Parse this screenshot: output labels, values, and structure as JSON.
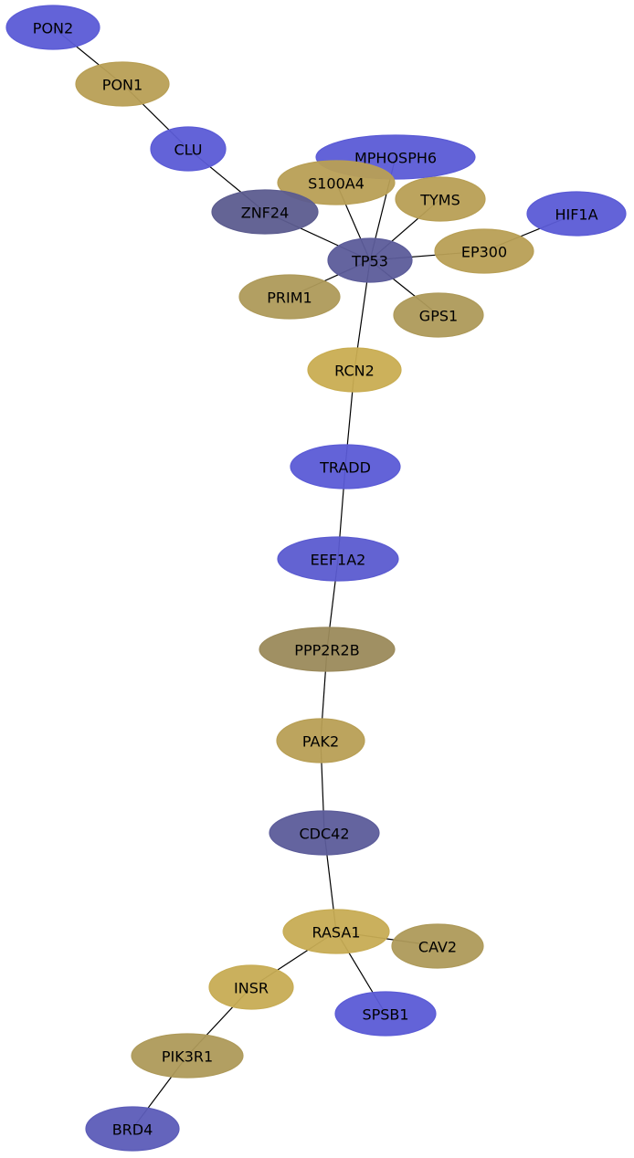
{
  "colors": {
    "blue": "#5b5bd6",
    "gold": "#b89f55",
    "dark_blue": "#5c5c9a",
    "olive": "#9b8a5b",
    "light_gold": "#c7ac54"
  },
  "nodes": [
    {
      "id": "PON2",
      "label": "PON2",
      "color": "#5b5bd6"
    },
    {
      "id": "PON1",
      "label": "PON1",
      "color": "#b89f55"
    },
    {
      "id": "CLU",
      "label": "CLU",
      "color": "#5b5bd6"
    },
    {
      "id": "MPHOSPH6",
      "label": "MPHOSPH6",
      "color": "#5b5bd6"
    },
    {
      "id": "S100A4",
      "label": "S100A4",
      "color": "#b89f55"
    },
    {
      "id": "TYMS",
      "label": "TYMS",
      "color": "#b89f55"
    },
    {
      "id": "HIF1A",
      "label": "HIF1A",
      "color": "#5b5bd6"
    },
    {
      "id": "ZNF24",
      "label": "ZNF24",
      "color": "#5c5c8f"
    },
    {
      "id": "TP53",
      "label": "TP53",
      "color": "#5c5c9a"
    },
    {
      "id": "EP300",
      "label": "EP300",
      "color": "#b89f55"
    },
    {
      "id": "PRIM1",
      "label": "PRIM1",
      "color": "#ae9a5a"
    },
    {
      "id": "GPS1",
      "label": "GPS1",
      "color": "#ae9a5a"
    },
    {
      "id": "RCN2",
      "label": "RCN2",
      "color": "#c9ad52"
    },
    {
      "id": "TRADD",
      "label": "TRADD",
      "color": "#5b5bd6"
    },
    {
      "id": "EEF1A2",
      "label": "EEF1A2",
      "color": "#5b5bd0"
    },
    {
      "id": "PPP2R2B",
      "label": "PPP2R2B",
      "color": "#9b8a5b"
    },
    {
      "id": "PAK2",
      "label": "PAK2",
      "color": "#b89f55"
    },
    {
      "id": "CDC42",
      "label": "CDC42",
      "color": "#5c5c9a"
    },
    {
      "id": "RASA1",
      "label": "RASA1",
      "color": "#c7ac54"
    },
    {
      "id": "CAV2",
      "label": "CAV2",
      "color": "#ae9a5a"
    },
    {
      "id": "INSR",
      "label": "INSR",
      "color": "#c7ac54"
    },
    {
      "id": "SPSB1",
      "label": "SPSB1",
      "color": "#5b5bd6"
    },
    {
      "id": "PIK3R1",
      "label": "PIK3R1",
      "color": "#ae9a5a"
    },
    {
      "id": "BRD4",
      "label": "BRD4",
      "color": "#5c5cb8"
    }
  ],
  "edges": [
    [
      "PON2",
      "PON1"
    ],
    [
      "PON1",
      "CLU"
    ],
    [
      "CLU",
      "ZNF24"
    ],
    [
      "ZNF24",
      "TP53"
    ],
    [
      "MPHOSPH6",
      "TP53"
    ],
    [
      "S100A4",
      "TP53"
    ],
    [
      "TYMS",
      "TP53"
    ],
    [
      "EP300",
      "TP53"
    ],
    [
      "HIF1A",
      "EP300"
    ],
    [
      "PRIM1",
      "TP53"
    ],
    [
      "GPS1",
      "TP53"
    ],
    [
      "TP53",
      "RCN2"
    ],
    [
      "RCN2",
      "TRADD"
    ],
    [
      "TRADD",
      "EEF1A2"
    ],
    [
      "EEF1A2",
      "PPP2R2B"
    ],
    [
      "PPP2R2B",
      "PAK2"
    ],
    [
      "PAK2",
      "CDC42"
    ],
    [
      "CDC42",
      "RASA1"
    ],
    [
      "RASA1",
      "CAV2"
    ],
    [
      "RASA1",
      "INSR"
    ],
    [
      "RASA1",
      "SPSB1"
    ],
    [
      "INSR",
      "PIK3R1"
    ],
    [
      "PIK3R1",
      "BRD4"
    ]
  ]
}
